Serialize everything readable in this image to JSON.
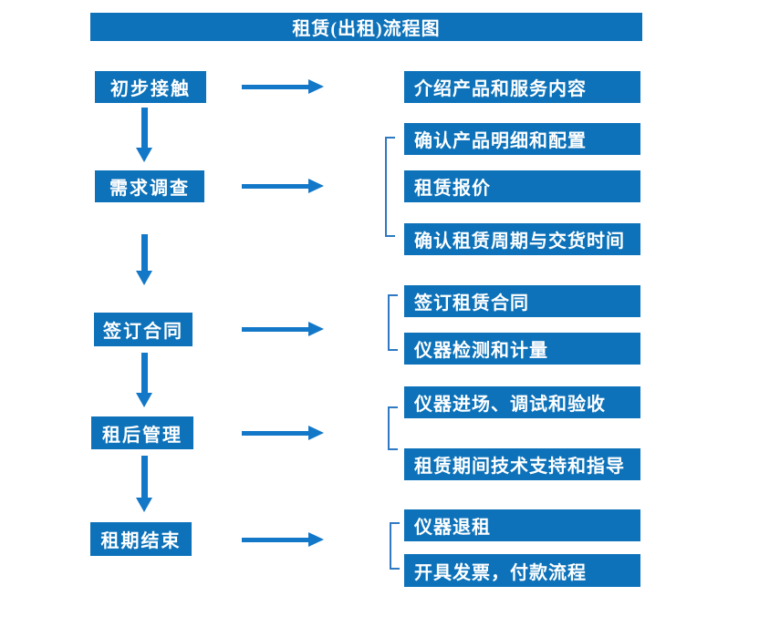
{
  "title": "租赁(出租)流程图",
  "colors": {
    "box_blue": "#0d72b9",
    "arrow_blue": "#1478c8",
    "bracket_blue": "#2e79c2",
    "text_white": "#ffffff",
    "background": "#ffffff"
  },
  "flow": [
    {
      "step": "初步接触",
      "details": [
        "介绍产品和服务内容"
      ]
    },
    {
      "step": "需求调查",
      "details": [
        "确认产品明细和配置",
        "租赁报价",
        "确认租赁周期与交货时间"
      ]
    },
    {
      "step": "签订合同",
      "details": [
        "签订租赁合同",
        "仪器检测和计量"
      ]
    },
    {
      "step": "租后管理",
      "details": [
        "仪器进场、调试和验收",
        "租赁期间技术支持和指导"
      ]
    },
    {
      "step": "租期结束",
      "details": [
        "仪器退租",
        "开具发票，付款流程"
      ]
    }
  ]
}
